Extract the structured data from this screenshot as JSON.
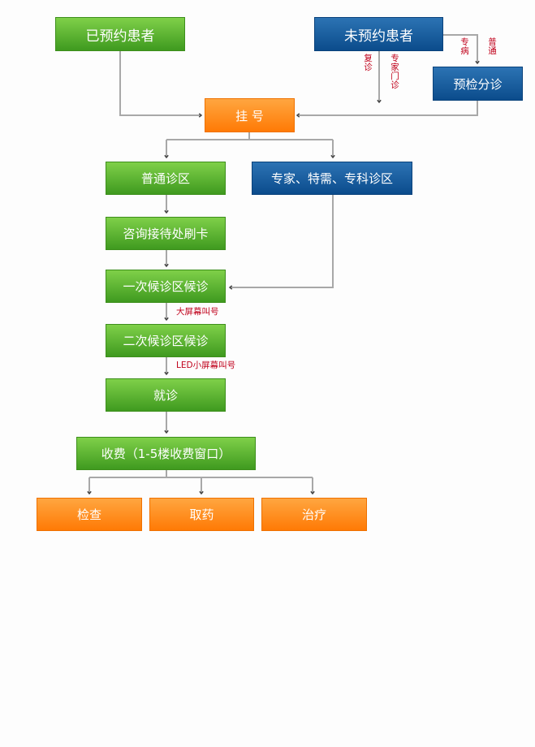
{
  "nodes": {
    "appointed": "已预约患者",
    "unappointed": "未预约患者",
    "pre_triage": "预检分诊",
    "register": "挂 号",
    "general_clinic": "普通诊区",
    "expert_clinic": "专家、特需、专科诊区",
    "reception": "咨询接待处刷卡",
    "first_wait": "一次候诊区候诊",
    "second_wait": "二次候诊区候诊",
    "consult": "就诊",
    "payment": "收费（1-5楼收费窗口）",
    "exam": "检查",
    "medicine": "取药",
    "treatment": "治疗"
  },
  "edge_labels": {
    "revisit": "复诊",
    "expert_door": "专家门诊",
    "specialty": "专病",
    "general": "普通",
    "big_screen": "大屏幕叫号",
    "led_screen": "LED小屏幕叫号"
  },
  "colors": {
    "green": "#55b22d",
    "blue": "#0e5799",
    "orange": "#ff8a1a",
    "connector": "#a8a8a8",
    "arrow": "#404040",
    "label": "#c0001a"
  }
}
